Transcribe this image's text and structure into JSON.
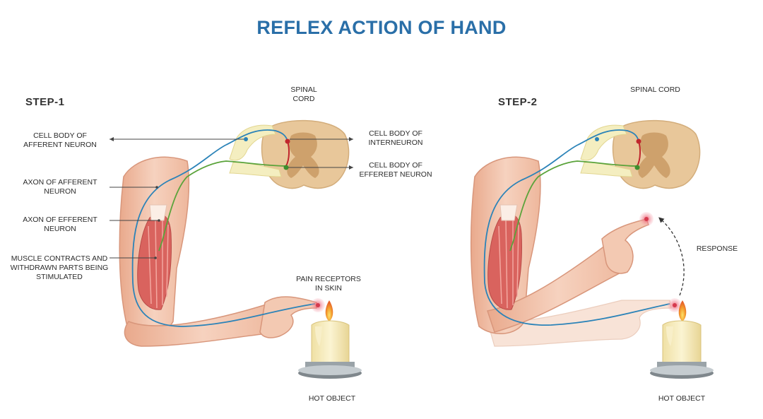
{
  "title": "REFLEX ACTION OF HAND",
  "step1": {
    "heading": "STEP-1",
    "spinal_cord": "SPINAL CORD",
    "cell_body_afferent": "CELL BODY OF\nAFFERENT NEURON",
    "axon_afferent": "AXON OF AFFERENT\nNEURON",
    "axon_efferent": "AXON OF EFFERENT\nNEURON",
    "muscle": "MUSCLE CONTRACTS AND\nWITHDRAWN PARTS BEING\nSTIMULATED",
    "cell_body_interneuron": "CELL BODY OF\nINTERNEURON",
    "cell_body_efferent": "CELL BODY OF\nEFFEREBT NEURON",
    "pain_receptors": "PAIN RECEPTORS\nIN SKIN",
    "hot_object": "HOT OBJECT"
  },
  "step2": {
    "heading": "STEP-2",
    "spinal_cord": "SPINAL CORD",
    "response": "RESPONSE",
    "hot_object": "HOT OBJECT"
  },
  "colors": {
    "title": "#2a6fa8",
    "skin": "#f3c9b2",
    "muscle": "#d9635e",
    "spinal_outer": "#e8c79a",
    "spinal_inner": "#c99a64",
    "afferent_nerve": "#2b83b8",
    "efferent_nerve": "#5aa33a",
    "candle": "#f6ecbd",
    "flame": "#f39a2c"
  }
}
